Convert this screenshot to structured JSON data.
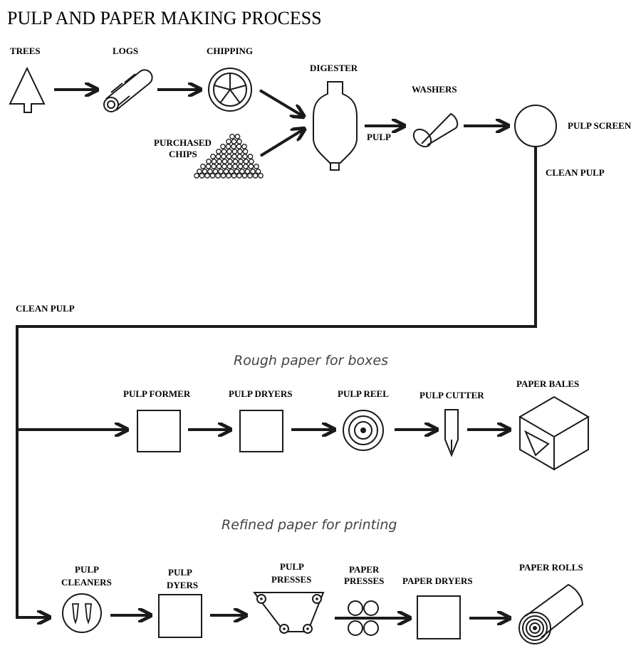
{
  "title": "PULP AND PAPER MAKING PROCESS",
  "labels": {
    "trees": "TREES",
    "logs": "LOGS",
    "chipping": "CHIPPING",
    "digester": "DIGESTER",
    "washers": "WASHERS",
    "pulp_screen": "PULP SCREEN",
    "purchased": "PURCHASED",
    "chips": "CHIPS",
    "pulp": "PULP",
    "clean_pulp_right": "CLEAN PULP",
    "clean_pulp_left": "CLEAN PULP",
    "pulp_former": "PULP FORMER",
    "pulp_dryers": "PULP DRYERS",
    "pulp_reel": "PULP REEL",
    "pulp_cutter": "PULP CUTTER",
    "paper_bales": "PAPER BALES",
    "pulp_cleaners_1": "PULP",
    "pulp_cleaners_2": "CLEANERS",
    "pulp_dyers_1": "PULP",
    "pulp_dyers_2": "DYERS",
    "pulp_presses_1": "PULP",
    "pulp_presses_2": "PRESSES",
    "paper_presses_1": "PAPER",
    "paper_presses_2": "PRESSES",
    "paper_dryers": "PAPER DRYERS",
    "paper_rolls": "PAPER ROLLS"
  },
  "sections": {
    "rough": "Rough paper for boxes",
    "refined": "Refined paper for printing"
  },
  "colors": {
    "ink": "#1a1a1a",
    "section_text": "#444444",
    "background": "#ffffff"
  }
}
